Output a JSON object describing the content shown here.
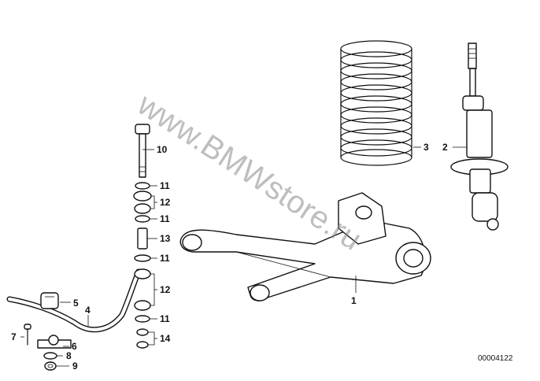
{
  "watermark": "www.BMWstore.ru",
  "reference_number": "00004122",
  "callouts": [
    {
      "key": "1",
      "label": "1"
    },
    {
      "key": "2",
      "label": "2"
    },
    {
      "key": "3",
      "label": "3"
    },
    {
      "key": "4",
      "label": "4"
    },
    {
      "key": "5",
      "label": "5"
    },
    {
      "key": "6",
      "label": "6"
    },
    {
      "key": "7",
      "label": "7"
    },
    {
      "key": "8",
      "label": "8"
    },
    {
      "key": "9",
      "label": "9"
    },
    {
      "key": "10",
      "label": "10"
    },
    {
      "key": "11a",
      "label": "11"
    },
    {
      "key": "12a",
      "label": "12"
    },
    {
      "key": "11b",
      "label": "11"
    },
    {
      "key": "13",
      "label": "13"
    },
    {
      "key": "11c",
      "label": "11"
    },
    {
      "key": "12b",
      "label": "12"
    },
    {
      "key": "11d",
      "label": "11"
    },
    {
      "key": "14",
      "label": "14"
    }
  ]
}
